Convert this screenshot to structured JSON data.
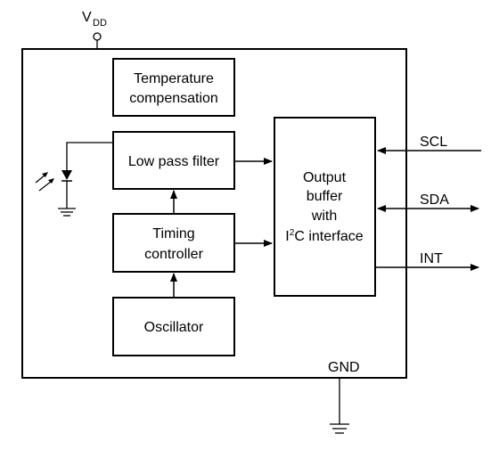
{
  "diagram": {
    "supply": {
      "label": "V",
      "subscript": "DD"
    },
    "ground_label": "GND",
    "blocks": {
      "temperature": {
        "line1": "Temperature",
        "line2": "compensation"
      },
      "lowpass": {
        "line1": "Low pass filter"
      },
      "timing": {
        "line1": "Timing",
        "line2": "controller"
      },
      "oscillator": {
        "line1": "Oscillator"
      },
      "output": {
        "line1": "Output",
        "line2": "buffer",
        "line3": "with",
        "line4_prefix": "I",
        "line4_sup": "2",
        "line4_suffix": "C interface"
      }
    },
    "pins": {
      "scl": "SCL",
      "sda": "SDA",
      "int": "INT"
    },
    "icons": [
      "photodiode-icon",
      "ground-icon",
      "vdd-terminal-icon"
    ]
  }
}
